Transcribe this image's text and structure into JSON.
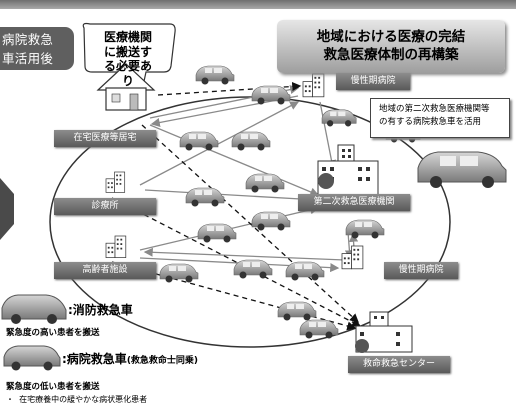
{
  "tab": {
    "line1": "病院救急",
    "line2": "車活用後"
  },
  "title": {
    "line1": "地域における医療の完結",
    "line2": "救急医療体制の再構築"
  },
  "bubble": {
    "line1": "医療機関",
    "line2": "に搬送す",
    "line3": "る必要あ",
    "line4": "り"
  },
  "callout": {
    "line1": "地域の第二次救急医療機関等",
    "line2": "の有する病院救急車を活用"
  },
  "nodes": {
    "home": "在宅医療等居宅",
    "clinic": "診療所",
    "elderly": "高齢者施設",
    "chronic_top": "慢性期病院",
    "secondary": "第二次救急医療機関",
    "chronic": "慢性期病院",
    "critical": "救命救急センター"
  },
  "legend": {
    "fire": ":消防救急車",
    "fire_desc": "緊急度の高い患者を搬送",
    "hospital": ":病院救急車",
    "hospital_note": "(救急救命士同乗)",
    "hospital_desc": "緊急度の低い患者を搬送",
    "bullet": "在宅療養中の緩やかな病状悪化患者"
  },
  "colors": {
    "label_bg": "#6f6f6f",
    "ellipse": "#333333",
    "arrow_solid": "#8a8a8a",
    "arrow_dashed": "#111111"
  }
}
